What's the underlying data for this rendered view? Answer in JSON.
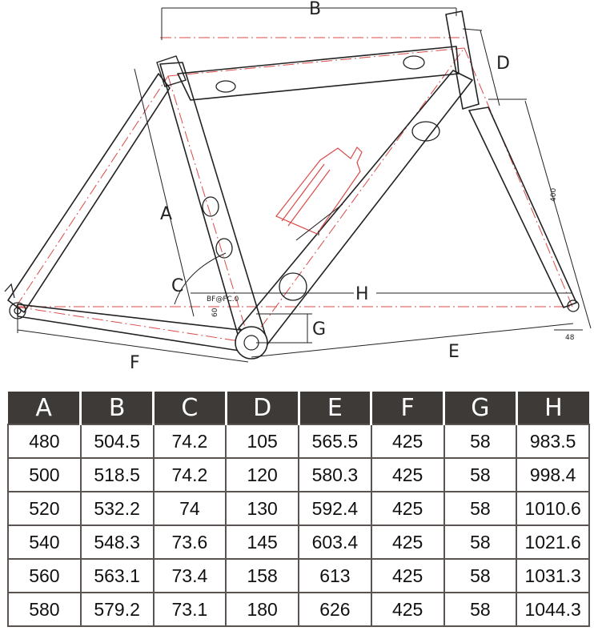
{
  "diagram": {
    "labels": {
      "A": "A",
      "B": "B",
      "C": "C",
      "D": "D",
      "E": "E",
      "F": "F",
      "G": "G",
      "H": "H"
    },
    "annotations": {
      "fork_length": "400",
      "dropout_width": "48",
      "bb_note": "BF@FC.0",
      "bb_drop": "60"
    }
  },
  "table": {
    "headers": [
      "A",
      "B",
      "C",
      "D",
      "E",
      "F",
      "G",
      "H"
    ],
    "rows": [
      [
        "480",
        "504.5",
        "74.2",
        "105",
        "565.5",
        "425",
        "58",
        "983.5"
      ],
      [
        "500",
        "518.5",
        "74.2",
        "120",
        "580.3",
        "425",
        "58",
        "998.4"
      ],
      [
        "520",
        "532.2",
        "74",
        "130",
        "592.4",
        "425",
        "58",
        "1010.6"
      ],
      [
        "540",
        "548.3",
        "73.6",
        "145",
        "603.4",
        "425",
        "58",
        "1021.6"
      ],
      [
        "560",
        "563.1",
        "73.4",
        "158",
        "613",
        "425",
        "58",
        "1031.3"
      ],
      [
        "580",
        "579.2",
        "73.1",
        "180",
        "626",
        "425",
        "58",
        "1044.3"
      ]
    ]
  }
}
